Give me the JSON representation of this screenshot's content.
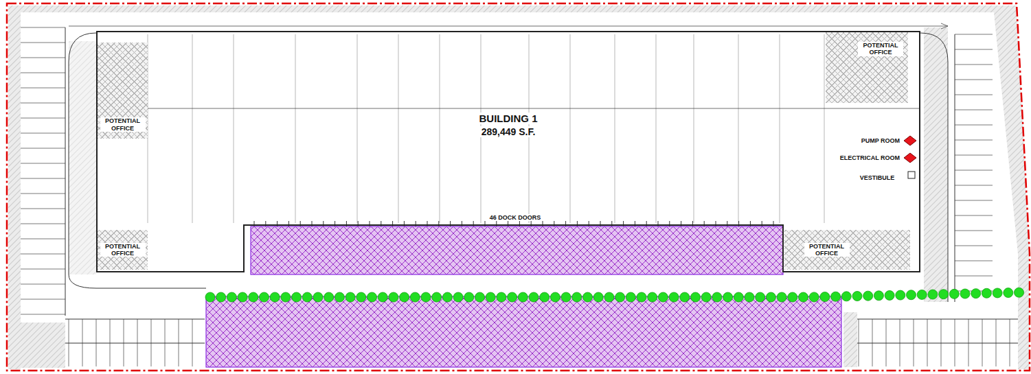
{
  "diagram": {
    "nodes": [
      {
        "text": [
          "BUILDING 1",
          "289,449 S.F."
        ]
      },
      {
        "text": [
          "POTENTIAL OFFICE"
        ],
        "in": 0
      },
      {
        "text": [
          "POTENTIAL OFFICE"
        ],
        "in": 0
      },
      {
        "text": [
          "PUMP ROOM"
        ],
        "in": 0
      },
      {
        "text": [
          "ELECTRICAL ROOM"
        ],
        "in": 0
      },
      {
        "text": [
          "POTENTIAL OFFICE"
        ],
        "in": 0
      },
      {
        "text": [
          "POTENTIAL OFFICE"
        ],
        "in": 0
      }
    ],
    "labels": [
      "46 DOCK DOORS",
      "VESTIBULE"
    ]
  }
}
